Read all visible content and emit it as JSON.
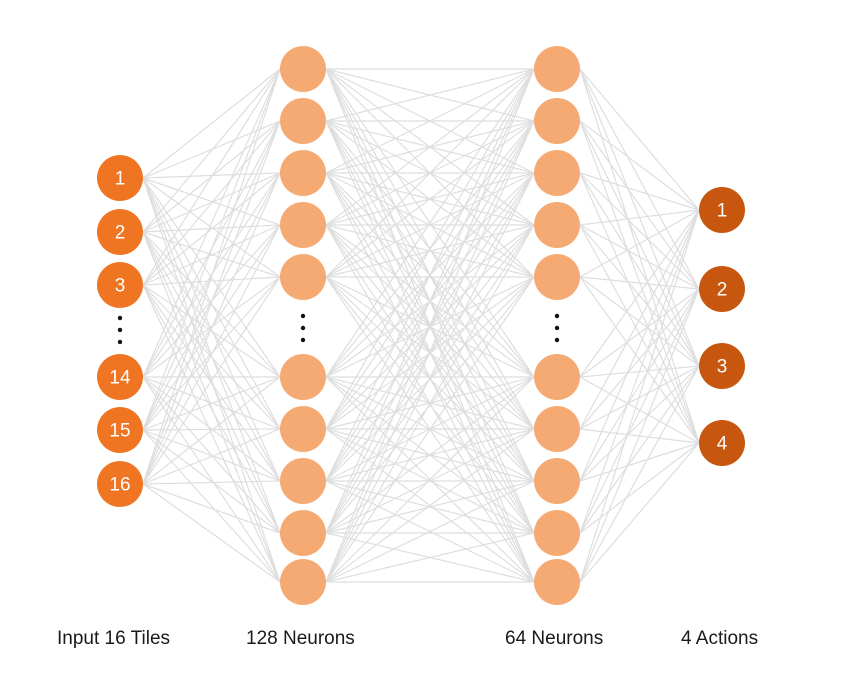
{
  "colors": {
    "input": "#f07522",
    "hidden": "#f5aa73",
    "output": "#c7560f",
    "edge": "#dedede"
  },
  "layers": [
    {
      "label": "Input 16 Tiles",
      "color": "#f07522",
      "nodes_top": [
        "1",
        "2",
        "3"
      ],
      "nodes_bottom": [
        "14",
        "15",
        "16"
      ]
    },
    {
      "label": "128 Neurons",
      "color": "#f5aa73",
      "nodes_top": [
        "",
        "",
        "",
        "",
        ""
      ],
      "nodes_bottom": [
        "",
        "",
        "",
        "",
        ""
      ]
    },
    {
      "label": "64 Neurons",
      "color": "#f5aa73",
      "nodes_top": [
        "",
        "",
        "",
        "",
        ""
      ],
      "nodes_bottom": [
        "",
        "",
        "",
        "",
        ""
      ]
    },
    {
      "label": "4 Actions",
      "color": "#c7560f",
      "nodes_top": [
        "1",
        "2",
        "3",
        "4"
      ],
      "nodes_bottom": []
    }
  ]
}
